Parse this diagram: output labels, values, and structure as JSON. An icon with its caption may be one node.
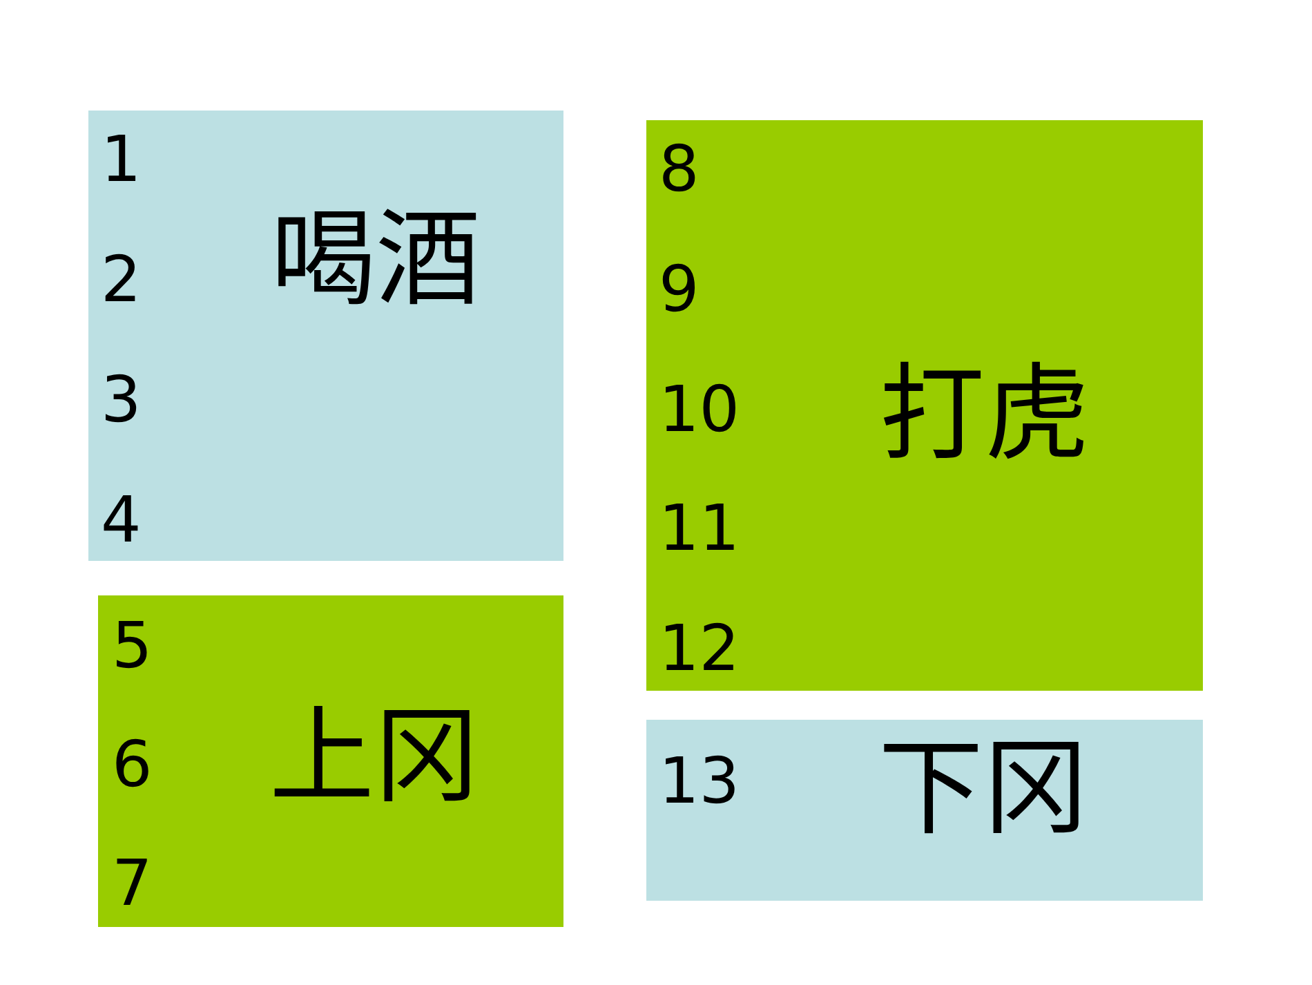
{
  "diagram": {
    "nodes": [
      {
        "text": [
          "1",
          "2",
          "3",
          "4",
          "喝酒"
        ]
      },
      {
        "text": [
          "5",
          "6",
          "7",
          "上冈"
        ]
      },
      {
        "text": [
          "8",
          "9",
          "10",
          "11",
          "12",
          "打虎"
        ]
      },
      {
        "text": [
          "13",
          "下冈"
        ]
      }
    ]
  }
}
